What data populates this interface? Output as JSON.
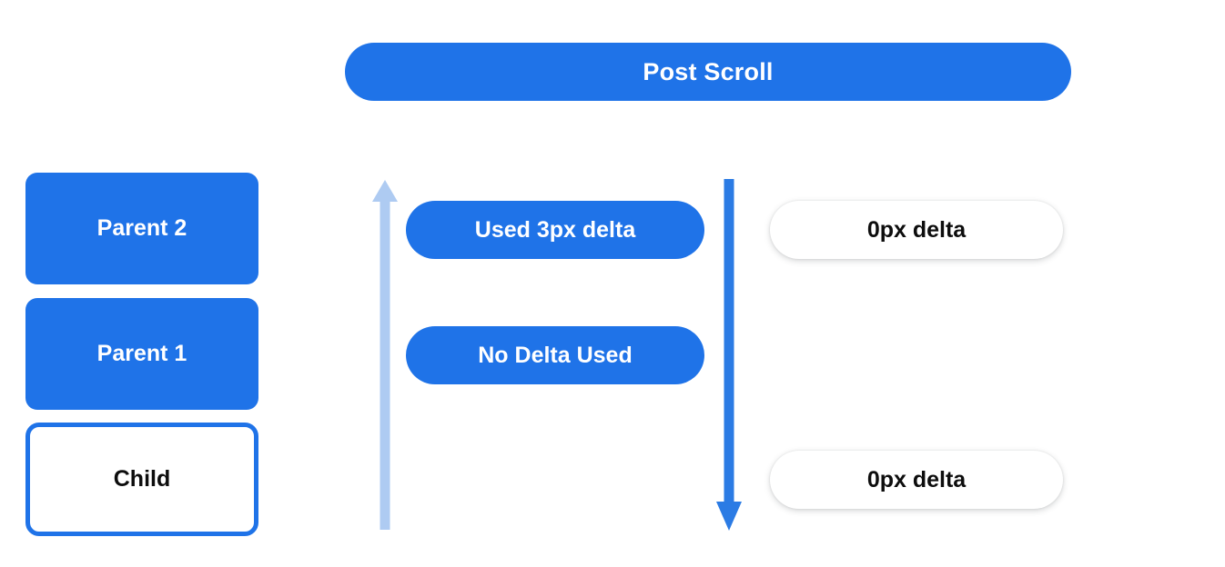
{
  "diagram": {
    "title": "Post Scroll",
    "background_color": "#ffffff",
    "accent_color": "#1f73e8",
    "light_accent_color": "#aecbf2",
    "text_dark_color": "#0d0d0d",
    "text_light_color": "#ffffff"
  },
  "nodes": [
    {
      "id": "parent2",
      "label": "Parent 2",
      "style": "filled"
    },
    {
      "id": "parent1",
      "label": "Parent 1",
      "style": "filled"
    },
    {
      "id": "child",
      "label": "Child",
      "style": "outlined"
    }
  ],
  "arrows": [
    {
      "id": "arrow-up",
      "direction": "up",
      "color": "#aecbf2",
      "icon": "arrow-up-icon"
    },
    {
      "id": "arrow-down",
      "direction": "down",
      "color": "#2b7be4",
      "icon": "arrow-down-icon"
    }
  ],
  "middle_pills": [
    {
      "id": "used-delta",
      "label": "Used 3px delta"
    },
    {
      "id": "no-delta",
      "label": "No Delta Used"
    }
  ],
  "right_pills": [
    {
      "id": "right-top",
      "label": "0px delta"
    },
    {
      "id": "right-bottom",
      "label": "0px delta"
    }
  ]
}
